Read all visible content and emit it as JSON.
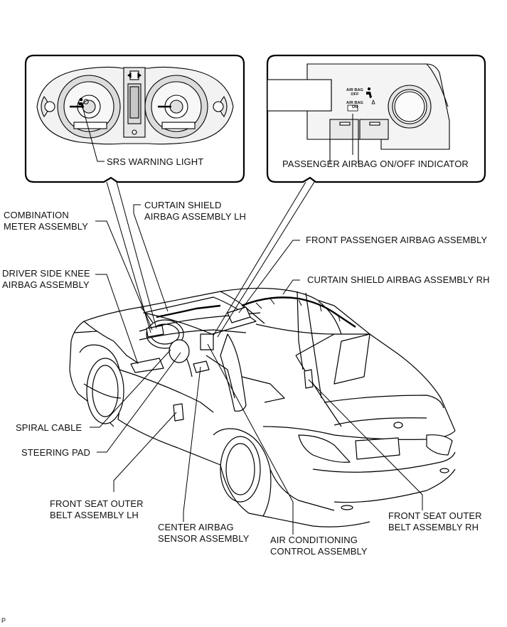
{
  "inset_left": {
    "label": "SRS WARNING LIGHT"
  },
  "inset_right": {
    "label": "PASSENGER AIRBAG ON/OFF INDICATOR",
    "airbag_off_line1": "AIR BAG",
    "airbag_off_line2": "OFF",
    "airbag_on_line1": "AIR BAG",
    "airbag_on_line2": "ON"
  },
  "labels": {
    "combination_meter": [
      "COMBINATION",
      "METER ASSEMBLY"
    ],
    "curtain_lh": [
      "CURTAIN SHIELD",
      "AIRBAG ASSEMBLY LH"
    ],
    "front_passenger": [
      "FRONT PASSENGER AIRBAG ASSEMBLY"
    ],
    "driver_knee": [
      "DRIVER SIDE KNEE",
      "AIRBAG ASSEMBLY"
    ],
    "curtain_rh": [
      "CURTAIN SHIELD AIRBAG ASSEMBLY RH"
    ],
    "spiral_cable": [
      "SPIRAL CABLE"
    ],
    "steering_pad": [
      "STEERING PAD"
    ],
    "belt_lh": [
      "FRONT SEAT OUTER",
      "BELT ASSEMBLY LH"
    ],
    "center_sensor": [
      "CENTER AIRBAG",
      "SENSOR ASSEMBLY"
    ],
    "air_conditioning": [
      "AIR CONDITIONING",
      "CONTROL ASSEMBLY"
    ],
    "belt_rh": [
      "FRONT SEAT OUTER",
      "BELT ASSEMBLY RH"
    ]
  },
  "figure_code": "P"
}
